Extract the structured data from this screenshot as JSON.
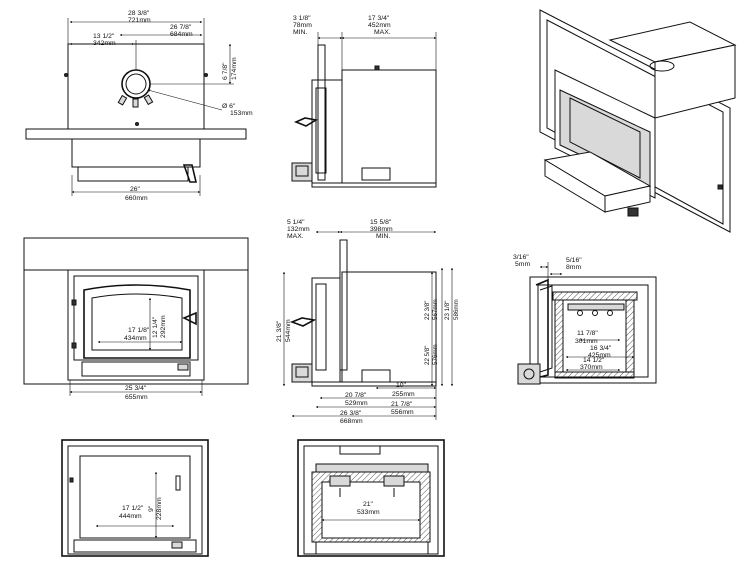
{
  "top_view": {
    "overall_in": "28 3/8\"",
    "overall_mm": "721mm",
    "right_in": "26 7/8\"",
    "right_mm": "684mm",
    "left_in": "13 1/2\"",
    "left_mm": "342mm",
    "flue_in": "6 7/8\"",
    "flue_mm": "174mm",
    "dia_in": "Ø 6\"",
    "dia_mm": "153mm",
    "base_in": "26\"",
    "base_mm": "660mm"
  },
  "side_top": {
    "front_in": "3 1/8\"",
    "front_mm": "78mm",
    "front_note": "MIN.",
    "depth_in": "17 3/4\"",
    "depth_mm": "452mm",
    "depth_note": "MAX."
  },
  "front": {
    "glass_h_in": "12 1/4\"",
    "glass_h_mm": "292mm",
    "glass_w_in": "17 1/8\"",
    "glass_w_mm": "434mm",
    "width_in": "25 3/4\"",
    "width_mm": "655mm"
  },
  "side_mid": {
    "front_in": "5 1/4\"",
    "front_mm": "132mm",
    "front_note": "MAX.",
    "depth_in": "15 5/8\"",
    "depth_mm": "398mm",
    "depth_note": "MIN.",
    "height_in": "21 3/8\"",
    "height_mm": "544mm",
    "h1_in": "22 3/8\"",
    "h1_mm": "567mm",
    "h2_in": "23 1/8\"",
    "h2_mm": "586mm",
    "h3_in": "22 5/8\"",
    "h3_mm": "576mm",
    "d1_in": "10\"",
    "d1_mm": "255mm",
    "d2_in": "20 7/8\"",
    "d2_mm": "529mm",
    "d3_in": "21 7/8\"",
    "d3_mm": "556mm",
    "d4_in": "26 3/8\"",
    "d4_mm": "668mm"
  },
  "section": {
    "a_in": "3/16\"",
    "a_mm": "5mm",
    "b_in": "5/16\"",
    "b_mm": "8mm",
    "c_in": "11 7/8\"",
    "c_mm": "301mm",
    "d_in": "16 3/4\"",
    "d_mm": "425mm",
    "e_in": "14 1/2\"",
    "e_mm": "370mm"
  },
  "firebox_front": {
    "h_in": "9\"",
    "h_mm": "228mm",
    "w_in": "17 1/2\"",
    "w_mm": "444mm"
  },
  "firebox_top": {
    "w_in": "21\"",
    "w_mm": "533mm"
  }
}
